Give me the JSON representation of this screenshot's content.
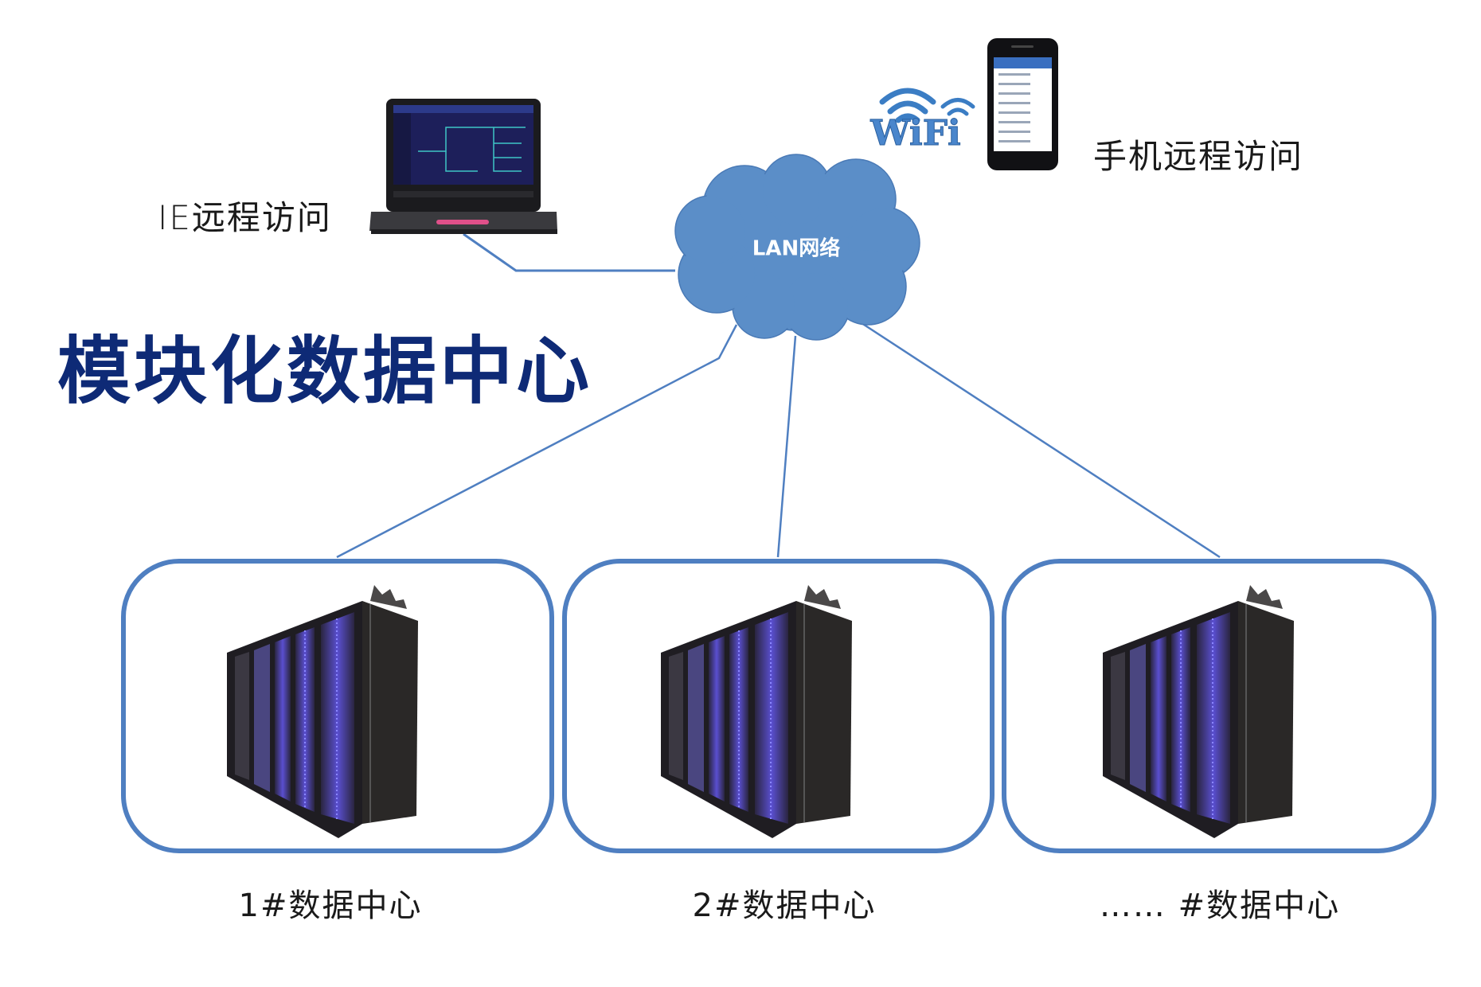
{
  "diagram": {
    "title": "模块化数据中心",
    "network": {
      "label": "LAN网络",
      "icon": "cloud-icon"
    },
    "clients": [
      {
        "id": "laptop",
        "label": "IE远程访问",
        "icon": "laptop-icon"
      },
      {
        "id": "phone",
        "label": "手机远程访问",
        "icon": "smartphone-icon",
        "badge": "WiFi"
      }
    ],
    "datacenters": [
      {
        "label": "1#数据中心",
        "icon": "server-rack-icon"
      },
      {
        "label": "2#数据中心",
        "icon": "server-rack-icon"
      },
      {
        "label": "…… #数据中心",
        "icon": "server-rack-icon"
      }
    ],
    "edges": [
      {
        "from": "laptop",
        "to": "network"
      },
      {
        "from": "network",
        "to": "datacenter-1"
      },
      {
        "from": "network",
        "to": "datacenter-2"
      },
      {
        "from": "network",
        "to": "datacenter-n"
      }
    ],
    "colors": {
      "accent": "#4f7fc1",
      "cloud": "#5b8ec8",
      "title": "#0e2a76",
      "text": "#1a1a1a"
    }
  }
}
